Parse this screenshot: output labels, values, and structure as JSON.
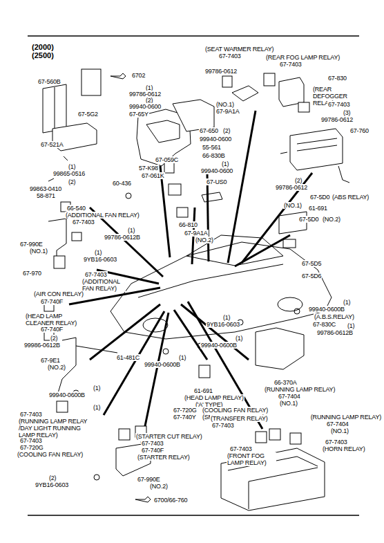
{
  "diagram": {
    "title": "(2000) (2500)",
    "labels": [
      "6702",
      "67-560B",
      "(1)",
      "99786-0612",
      "(2)",
      "99940-0600",
      "67-65Y",
      "67-5G2",
      "(SEAT WARMER RELAY)",
      "67-7403",
      "(REAR FOG LAMP RELAY)",
      "67-7403",
      "99786-0612",
      "67-830",
      "(REAR DEFOGGER RELAY)",
      "67-7403",
      "(NO.1)",
      "67-9A1A",
      "(3)",
      "99786-0612",
      "67-760",
      "67-650",
      "(2)",
      "99940-0600",
      "67-521A",
      "55-561",
      "67-059C",
      "66-830B",
      "(1)",
      "99940-0600",
      "(1)",
      "99865-0516",
      "57-K98",
      "67-061K",
      "(2)",
      "99863-0410",
      "60-436",
      "67-US0",
      "(2)",
      "99786-0612",
      "67-5D0",
      "(ABS RELAY)",
      "(NO.1)",
      "61-691",
      "67-5D0",
      "(NO.2)",
      "67-5D5",
      "67-5D6",
      "58-871",
      "66-540",
      "(ADDITIONAL FAN RELAY)",
      "67-7403",
      "66-810",
      "67-9A1A",
      "(NO.2)",
      "(1)",
      "99786-0612B",
      "67-990E",
      "(NO.1)",
      "(1)",
      "9YB16-0603",
      "67-970",
      "67-7403",
      "(ADDITIONAL FAN RELAY)",
      "(AIR CON RELAY)",
      "67-740F",
      "(HEAD LAMP CLEANER RELAY)",
      "67-740F",
      "(2)",
      "99986-0612B",
      "61-481C",
      "67-9E1",
      "(NO.2)",
      "(1)",
      "99940-0600B",
      "(1)",
      "99940-0600B",
      "(A.B.S.RELAY)",
      "67-830C",
      "(1)",
      "99786-0612B",
      "(1)",
      "9YB16-0603",
      "(1)",
      "99940-0600B",
      "(1)",
      "99940-0600B",
      "66-370A",
      "61-691",
      "(HEAD LAMP RELAY)",
      "('A' TYPE)",
      "67-720G",
      "(COOLING FAN RELAY)",
      "67-740Y",
      "(SMALL LAMP RELAY)",
      "(RUNNING LAMP RELAY)",
      "67-7404",
      "(NO.1)",
      "(TRANSFER RELAY)",
      "67-7403",
      "(RUNNING LAMP RELAY)",
      "67-7404",
      "(NO.1)",
      "67-7403",
      "(HORN RELAY)",
      "67-7403",
      "(FRONT FOG LAMP RELAY)",
      "(1)",
      "67-7403",
      "(RUNNING LAMP RELAY /DAY LIGHT RUNNING LAMP RELAY)",
      "67-7403",
      "67-720G",
      "(COOLING FAN RELAY)",
      "(STARTER CUT RELAY)",
      "67-7403",
      "67-740F",
      "(STARTER RELAY)",
      "(2)",
      "9YB16-0603",
      "67-990E",
      "(NO.2)",
      "6700/66-760"
    ]
  }
}
